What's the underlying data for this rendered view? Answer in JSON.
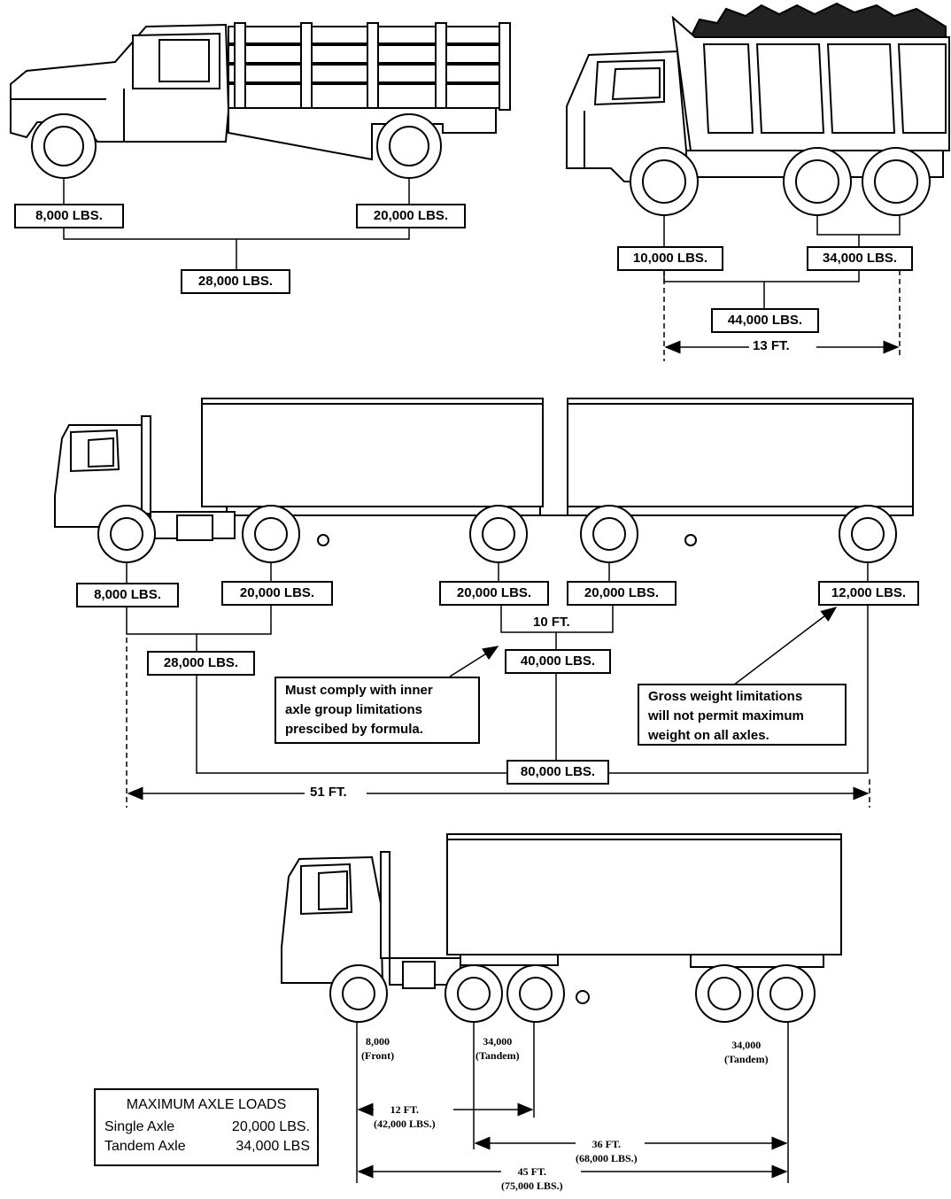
{
  "truck1": {
    "front": "8,000 LBS.",
    "rear": "20,000 LBS.",
    "total": "28,000 LBS."
  },
  "dump_truck": {
    "front": "10,000 LBS.",
    "tandem": "34,000 LBS.",
    "total": "44,000 LBS.",
    "distance": "13 FT."
  },
  "double_trailer": {
    "steer": "8,000 LBS.",
    "drive": "20,000 LBS.",
    "tractor_total": "28,000 LBS.",
    "trailer1_axle": "20,000 LBS.",
    "dolly_axle": "20,000 LBS.",
    "inner_distance": "10 FT.",
    "inner_total": "40,000 LBS.",
    "rear_axle": "12,000 LBS.",
    "gross": "80,000 LBS.",
    "length": "51 FT.",
    "note_inner": [
      "Must comply with inner",
      "axle group limitations",
      "prescibed by formula."
    ],
    "note_gross": [
      "Gross weight limitations",
      "will not permit maximum",
      "weight on all axles."
    ]
  },
  "semi": {
    "front_value": "8,000",
    "front_label": "(Front)",
    "tandem1_value": "34,000",
    "tandem1_label": "(Tandem)",
    "tandem2_value": "34,000",
    "tandem2_label": "(Tandem)",
    "dist1": "12 FT.",
    "dist1_load": "(42,000 LBS.)",
    "dist2": "36 FT.",
    "dist2_load": "(68,000 LBS.)",
    "dist3": "45 FT.",
    "dist3_load": "(75,000 LBS.)"
  },
  "legend": {
    "title": "MAXIMUM AXLE LOADS",
    "single_label": "Single Axle",
    "single_value": "20,000 LBS.",
    "tandem_label": "Tandem Axle",
    "tandem_value": "34,000 LBS"
  }
}
